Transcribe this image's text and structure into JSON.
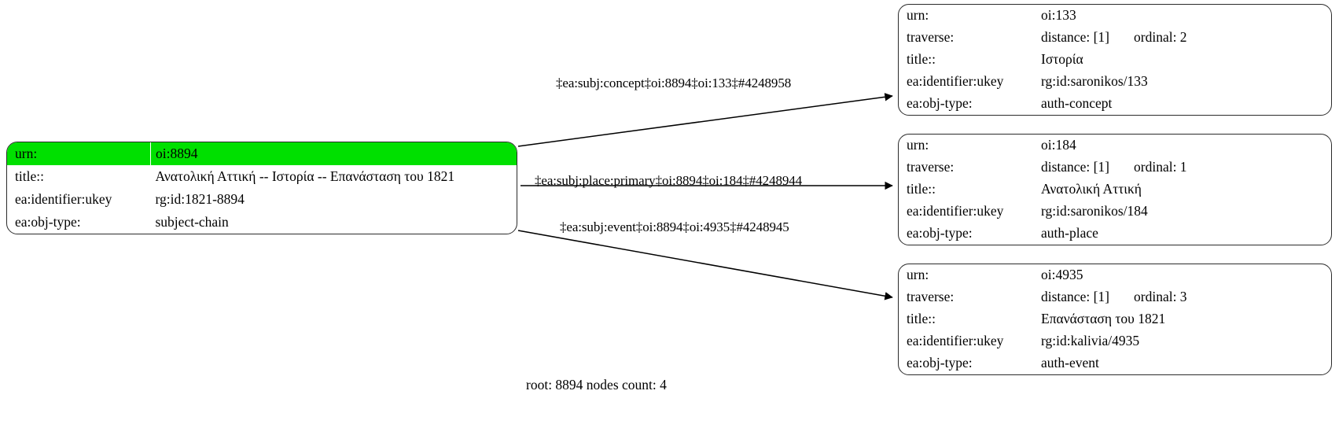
{
  "graph": {
    "root_node": {
      "highlight_color": "#00e000",
      "rows": [
        {
          "key": "urn:",
          "value": "oi:8894"
        },
        {
          "key": "title::",
          "value": "Ανατολική Αττική -- Ιστορία -- Επανάσταση του 1821"
        },
        {
          "key": "ea:identifier:ukey",
          "value": "rg:id:1821-8894"
        },
        {
          "key": "ea:obj-type:",
          "value": "subject-chain"
        }
      ]
    },
    "target_nodes": [
      {
        "id": "oi:133",
        "rows": [
          {
            "key": "urn:",
            "value": "oi:133"
          },
          {
            "key": "traverse:",
            "value": "distance: [1]",
            "value2": "ordinal: 2"
          },
          {
            "key": "title::",
            "value": "Ιστορία"
          },
          {
            "key": "ea:identifier:ukey",
            "value": "rg:id:saronikos/133"
          },
          {
            "key": "ea:obj-type:",
            "value": "auth-concept"
          }
        ]
      },
      {
        "id": "oi:184",
        "rows": [
          {
            "key": "urn:",
            "value": "oi:184"
          },
          {
            "key": "traverse:",
            "value": "distance: [1]",
            "value2": "ordinal: 1"
          },
          {
            "key": "title::",
            "value": "Ανατολική Αττική"
          },
          {
            "key": "ea:identifier:ukey",
            "value": "rg:id:saronikos/184"
          },
          {
            "key": "ea:obj-type:",
            "value": "auth-place"
          }
        ]
      },
      {
        "id": "oi:4935",
        "rows": [
          {
            "key": "urn:",
            "value": "oi:4935"
          },
          {
            "key": "traverse:",
            "value": "distance: [1]",
            "value2": "ordinal: 3"
          },
          {
            "key": "title::",
            "value": "Επανάσταση του 1821"
          },
          {
            "key": "ea:identifier:ukey",
            "value": "rg:id:kalivia/4935"
          },
          {
            "key": "ea:obj-type:",
            "value": "auth-event"
          }
        ]
      }
    ],
    "edges": [
      {
        "label": "‡ea:subj:concept‡oi:8894‡oi:133‡#4248958"
      },
      {
        "label": "‡ea:subj:place:primary‡oi:8894‡oi:184‡#4248944"
      },
      {
        "label": "‡ea:subj:event‡oi:8894‡oi:4935‡#4248945"
      }
    ],
    "footer": "root: 8894 nodes count: 4"
  }
}
